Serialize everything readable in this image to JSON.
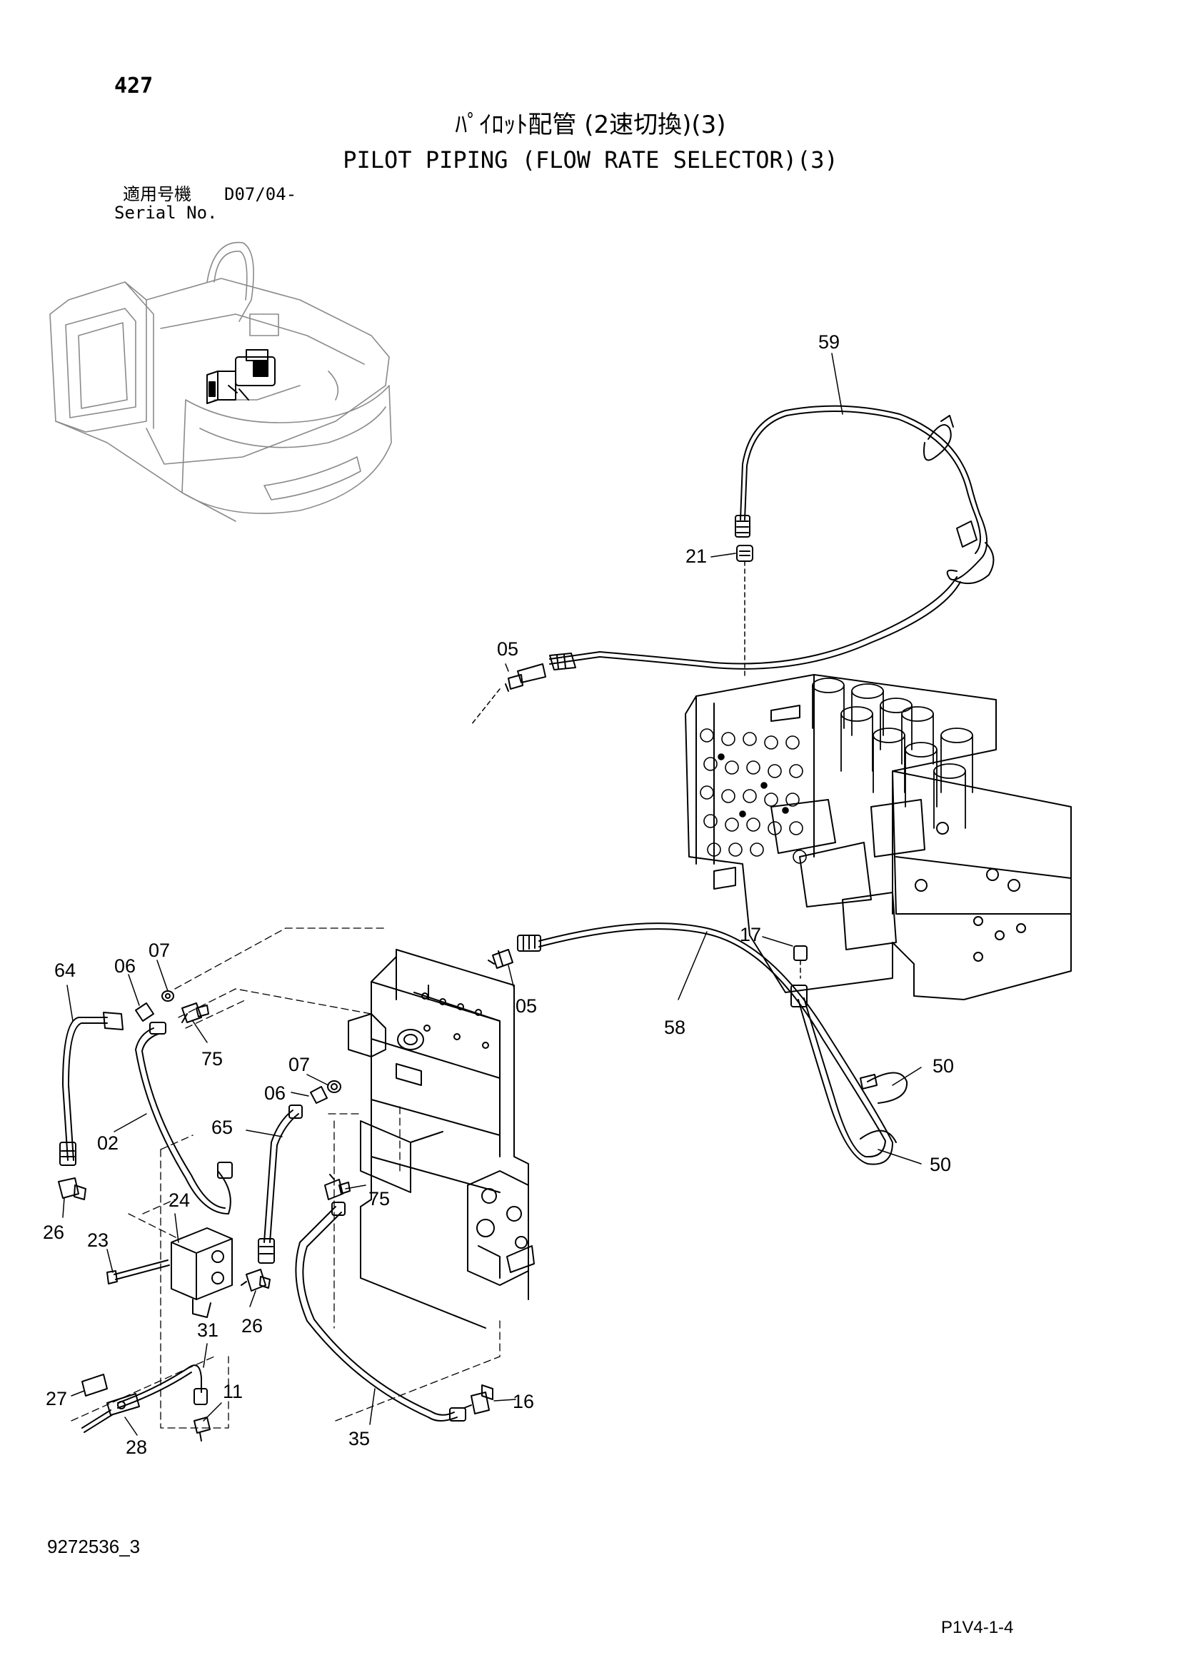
{
  "header": {
    "page_number": "427",
    "title_jp": "ﾊﾟｲﾛｯﾄ配管 (2速切換)(3)",
    "title_en": "PILOT PIPING (FLOW RATE SELECTOR)(3)",
    "serial_label_jp": "適用号機",
    "serial_value": "D07/04-",
    "serial_label_en": "Serial No."
  },
  "callouts": {
    "c59": "59",
    "c21": "21",
    "c05a": "05",
    "c17": "17",
    "c58": "58",
    "c50a": "50",
    "c50b": "50",
    "c64": "64",
    "c06a": "06",
    "c07a": "07",
    "c05b": "05",
    "c75a": "75",
    "c07b": "07",
    "c06b": "06",
    "c65": "65",
    "c02": "02",
    "c24": "24",
    "c26a": "26",
    "c23": "23",
    "c75b": "75",
    "c26b": "26",
    "c31": "31",
    "c27": "27",
    "c11": "11",
    "c28": "28",
    "c35": "35",
    "c16": "16"
  },
  "footer": {
    "doc_id": "9272536_3",
    "page_code": "P1V4-1-4"
  }
}
